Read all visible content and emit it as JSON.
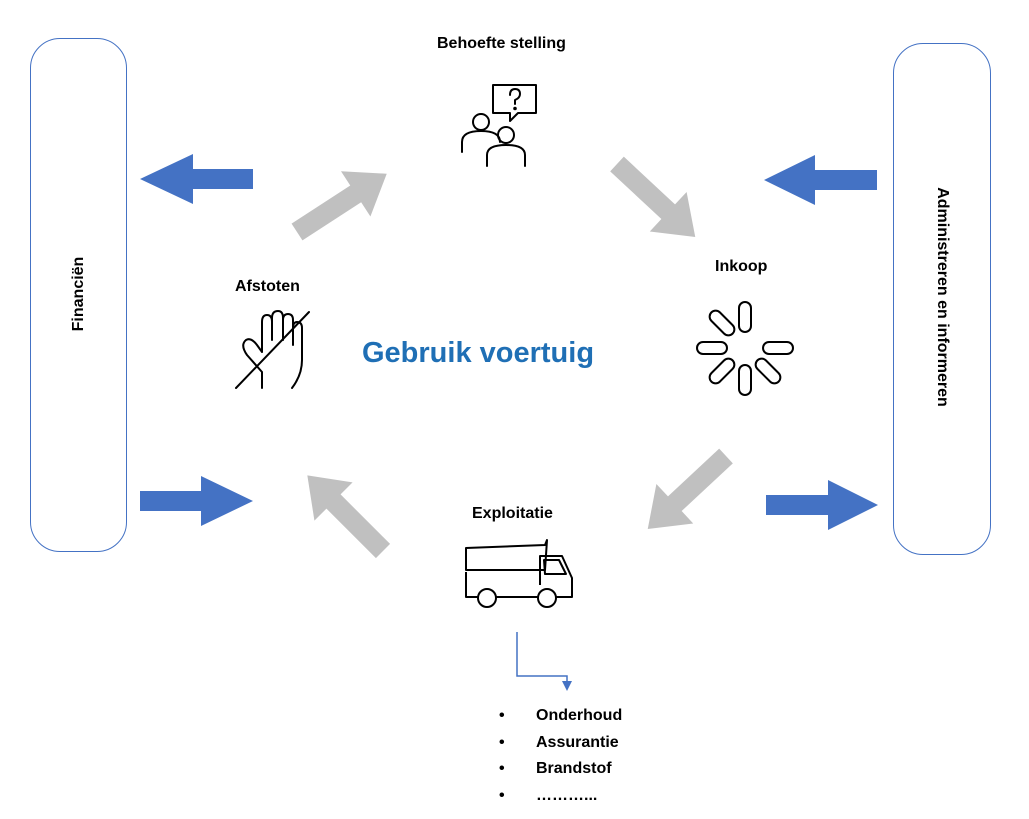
{
  "diagram": {
    "center_title": "Gebruik voertuig",
    "stages": {
      "behoefte": {
        "label": "Behoefte stelling",
        "icon": "people-question-icon"
      },
      "inkoop": {
        "label": "Inkoop",
        "icon": "loading-spinner-icon"
      },
      "exploitatie": {
        "label": "Exploitatie",
        "icon": "dump-truck-icon"
      },
      "afstoten": {
        "label": "Afstoten",
        "icon": "crossed-hand-icon"
      }
    },
    "side_panels": {
      "left": {
        "label": "Financiën"
      },
      "right": {
        "label": "Administreren en informeren"
      }
    },
    "exploitatie_items": [
      "Onderhoud",
      "Assurantie",
      "Brandstof",
      "………..."
    ],
    "colors": {
      "cycle_arrow": "#c0c0c0",
      "side_arrow": "#4472c4",
      "box_border": "#4472c4",
      "title": "#1f6fb5"
    }
  }
}
